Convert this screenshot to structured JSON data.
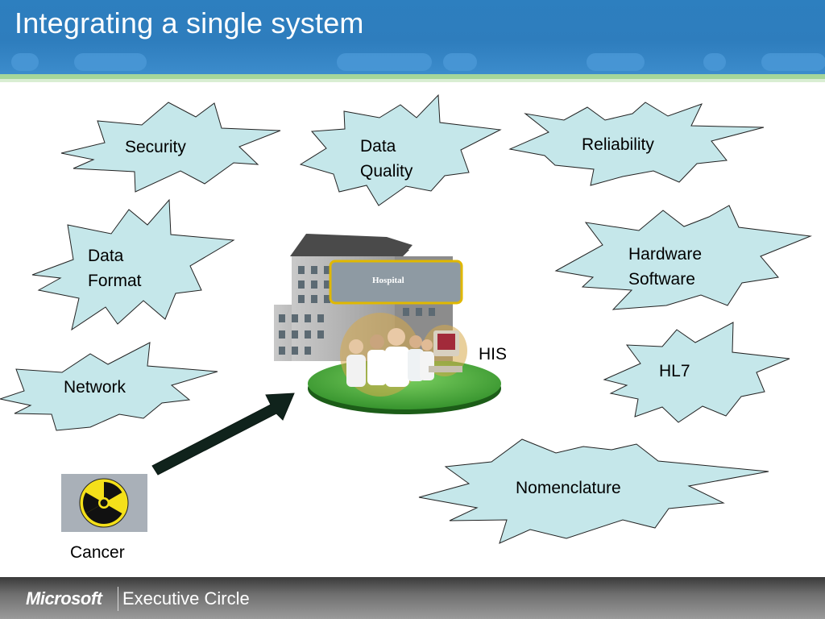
{
  "header": {
    "title": "Integrating a single system"
  },
  "bursts": {
    "security": "Security",
    "data_quality": [
      "Data",
      "Quality"
    ],
    "reliability": "Reliability",
    "data_format": [
      "Data",
      "Format"
    ],
    "hardware_software": [
      "Hardware",
      "Software"
    ],
    "network": "Network",
    "hl7": "HL7",
    "nomenclature": "Nomenclature"
  },
  "hospital": {
    "sign": "Hospital",
    "his_label": "HIS"
  },
  "cancer": {
    "label": "Cancer",
    "icon": "radiation-hazard-icon"
  },
  "footer": {
    "brand": "Microsoft",
    "product": "Executive Circle"
  },
  "colors": {
    "header_blue": "#2e7dbd",
    "burst_fill": "#c5e7ea",
    "stripe_green": "#a5d69a",
    "arrow": "#10231c"
  }
}
